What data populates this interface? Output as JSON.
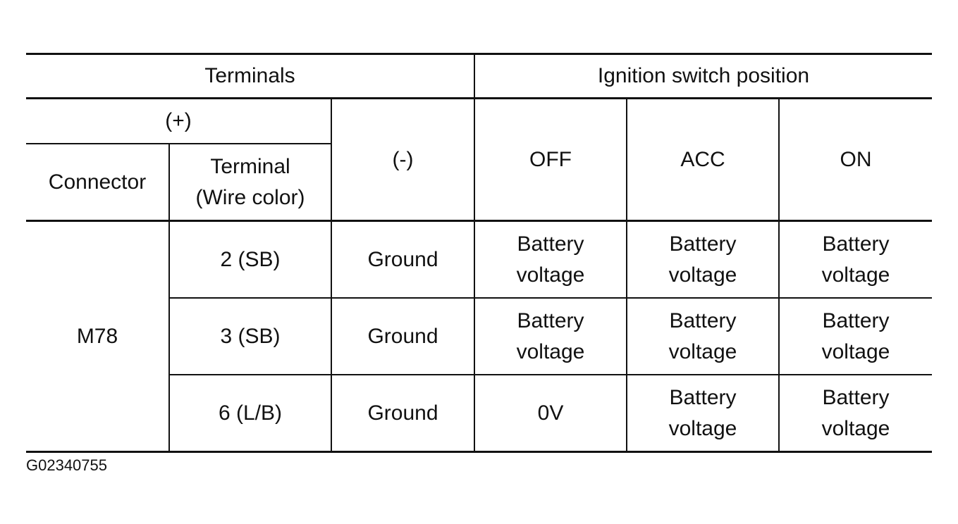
{
  "header": {
    "terminals": "Terminals",
    "ignition": "Ignition switch position",
    "plus": "(+)",
    "minus": "(-)",
    "connector": "Connector",
    "terminal_line1": "Terminal",
    "terminal_line2": "(Wire color)",
    "off": "OFF",
    "acc": "ACC",
    "on": "ON"
  },
  "connector": "M78",
  "rows": [
    {
      "terminal": "2 (SB)",
      "ground": "Ground",
      "off": [
        "Battery",
        "voltage"
      ],
      "acc": [
        "Battery",
        "voltage"
      ],
      "on": [
        "Battery",
        "voltage"
      ]
    },
    {
      "terminal": "3 (SB)",
      "ground": "Ground",
      "off": [
        "Battery",
        "voltage"
      ],
      "acc": [
        "Battery",
        "voltage"
      ],
      "on": [
        "Battery",
        "voltage"
      ]
    },
    {
      "terminal": "6 (L/B)",
      "ground": "Ground",
      "off": [
        "0V"
      ],
      "acc": [
        "Battery",
        "voltage"
      ],
      "on": [
        "Battery",
        "voltage"
      ]
    }
  ],
  "figure_code": "G02340755"
}
